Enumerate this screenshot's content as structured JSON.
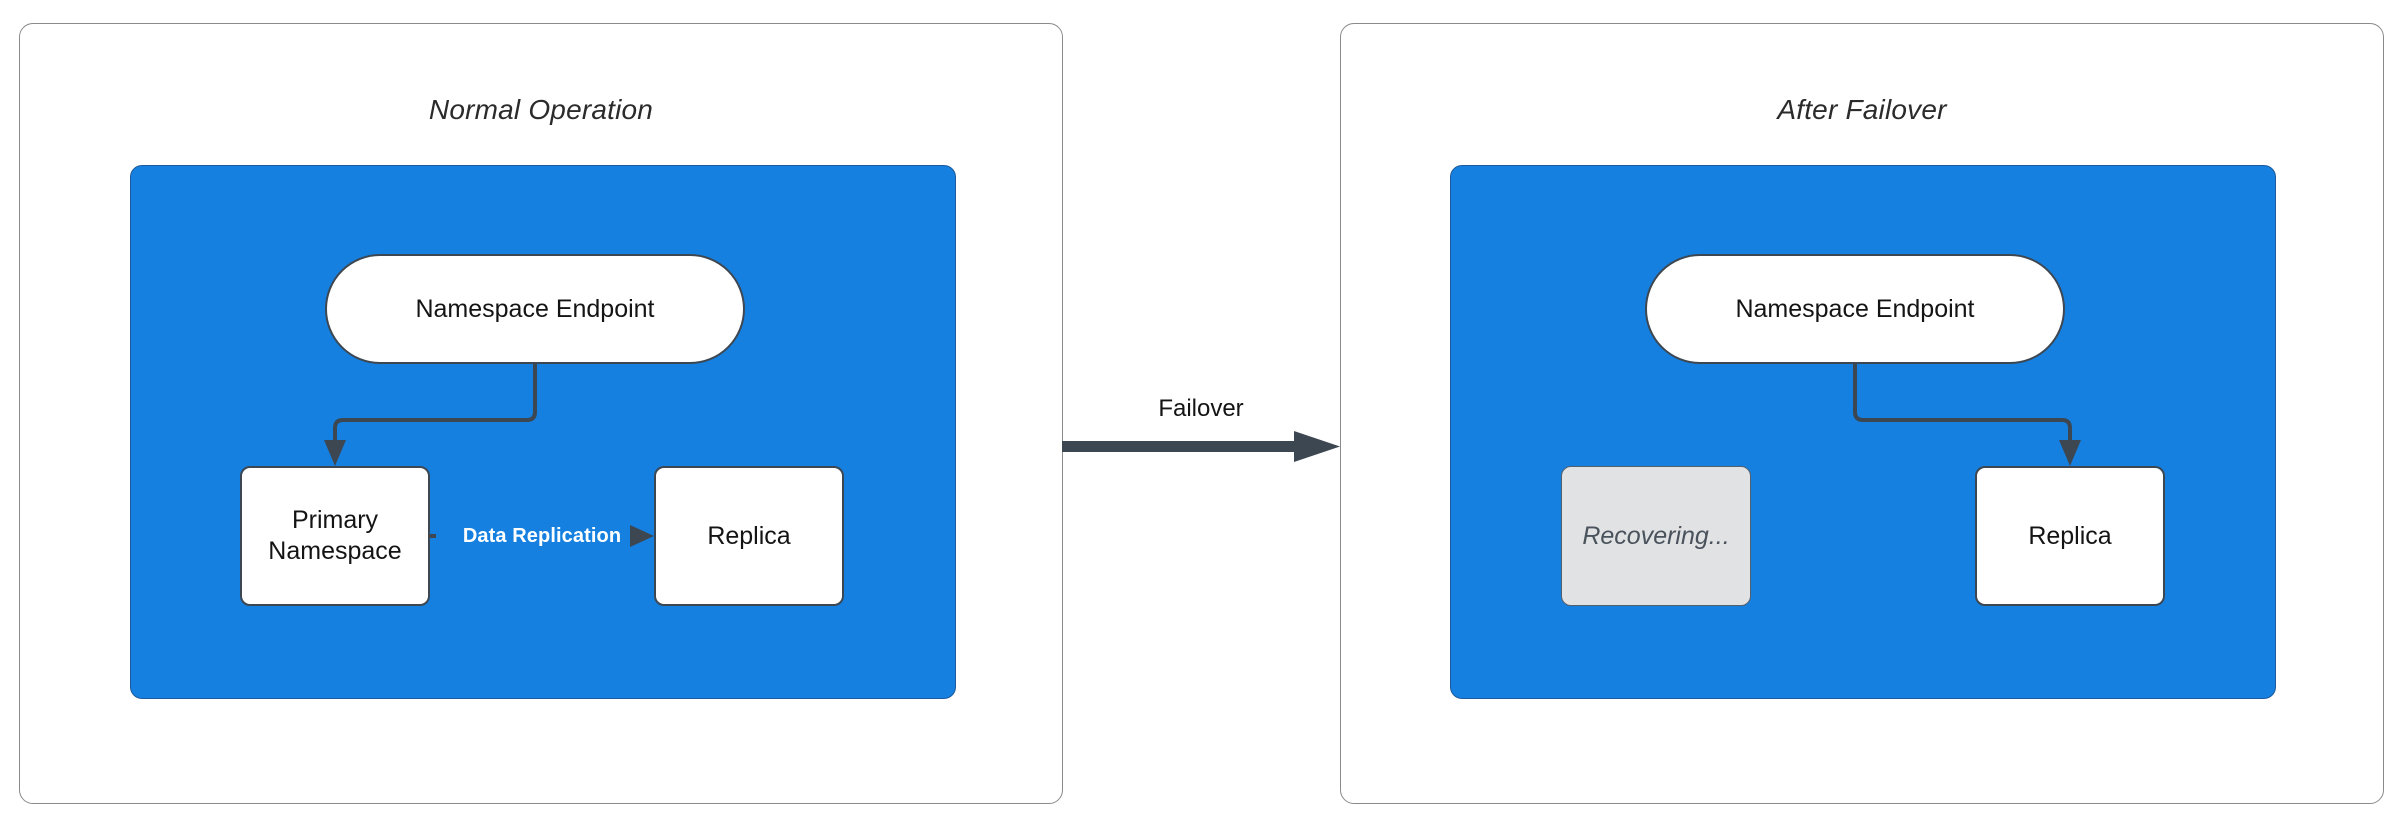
{
  "diagram": {
    "title_visible": false,
    "panels": [
      {
        "id": "normal-operation",
        "title": "Normal Operation",
        "nodes": [
          {
            "id": "endpoint-left",
            "label": "Namespace Endpoint",
            "shape": "pill",
            "style": "white"
          },
          {
            "id": "primary",
            "label": "Primary\nNamespace",
            "line1": "Primary",
            "line2": "Namespace",
            "shape": "rect",
            "style": "white"
          },
          {
            "id": "replica-left",
            "label": "Replica",
            "shape": "rect",
            "style": "white"
          }
        ],
        "edges": [
          {
            "from": "endpoint-left",
            "to": "primary",
            "label": ""
          },
          {
            "from": "primary",
            "to": "replica-left",
            "label": "Data Replication"
          }
        ]
      },
      {
        "id": "after-failover",
        "title": "After Failover",
        "nodes": [
          {
            "id": "endpoint-right",
            "label": "Namespace Endpoint",
            "shape": "pill",
            "style": "white"
          },
          {
            "id": "recovering",
            "label": "Recovering...",
            "shape": "rect",
            "style": "disabled-gray"
          },
          {
            "id": "replica-right",
            "label": "Replica",
            "shape": "rect",
            "style": "white"
          }
        ],
        "edges": [
          {
            "from": "endpoint-right",
            "to": "replica-right",
            "label": ""
          }
        ]
      }
    ],
    "transition": {
      "label": "Failover",
      "direction": "left-to-right"
    },
    "colors": {
      "container_blue": "#1580e0",
      "container_blue_border": "#1d5a9b",
      "node_fill": "#ffffff",
      "node_stroke": "#3d4752",
      "disabled_fill": "#e0e2e4",
      "disabled_text": "#4a525b",
      "panel_border": "#8a8a8a",
      "edge_stroke": "#3d4752",
      "replication_label_text": "#ffffff",
      "page_background": "#ffffff",
      "title_text": "#2b2b2b"
    }
  }
}
